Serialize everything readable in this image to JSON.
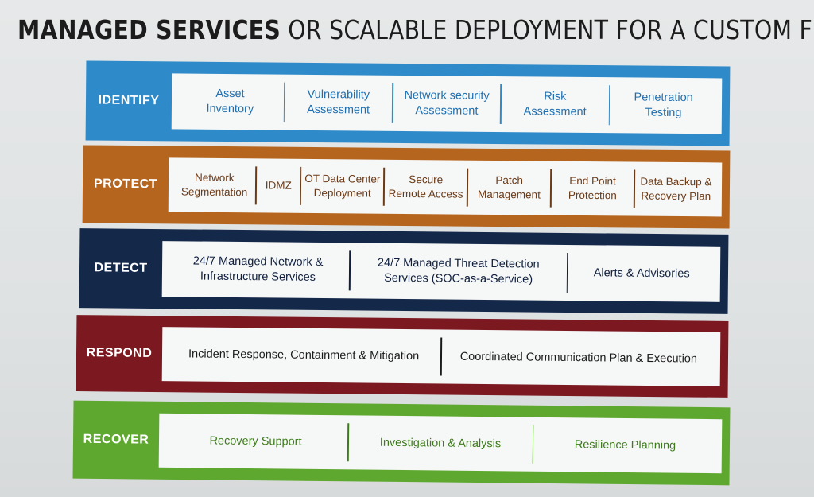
{
  "title": {
    "bold": "MANAGED SERVICES",
    "rest": " OR SCALABLE DEPLOYMENT FOR A CUSTOM FIT"
  },
  "bands": {
    "identify": {
      "label": "IDENTIFY",
      "items": [
        "Asset\nInventory",
        "Vulnerability\nAssessment",
        "Network security\nAssessment",
        "Risk\nAssessment",
        "Penetration\nTesting"
      ]
    },
    "protect": {
      "label": "PROTECT",
      "items": [
        "Network\nSegmentation",
        "IDMZ",
        "OT Data Center\nDeployment",
        "Secure\nRemote Access",
        "Patch\nManagement",
        "End Point\nProtection",
        "Data Backup &\nRecovery Plan"
      ]
    },
    "detect": {
      "label": "DETECT",
      "items": [
        "24/7 Managed Network &\nInfrastructure Services",
        "24/7 Managed Threat Detection\nServices (SOC-as-a-Service)",
        "Alerts & Advisories"
      ]
    },
    "respond": {
      "label": "RESPOND",
      "items": [
        "Incident Response, Containment & Mitigation",
        "Coordinated Communication Plan & Execution"
      ]
    },
    "recover": {
      "label": "RECOVER",
      "items": [
        "Recovery Support",
        "Investigation & Analysis",
        "Resilience Planning"
      ]
    }
  },
  "colors": {
    "identify": "#2f8ac9",
    "protect": "#b5651d",
    "detect": "#14284a",
    "respond": "#7b1820",
    "recover": "#5fa82f"
  }
}
